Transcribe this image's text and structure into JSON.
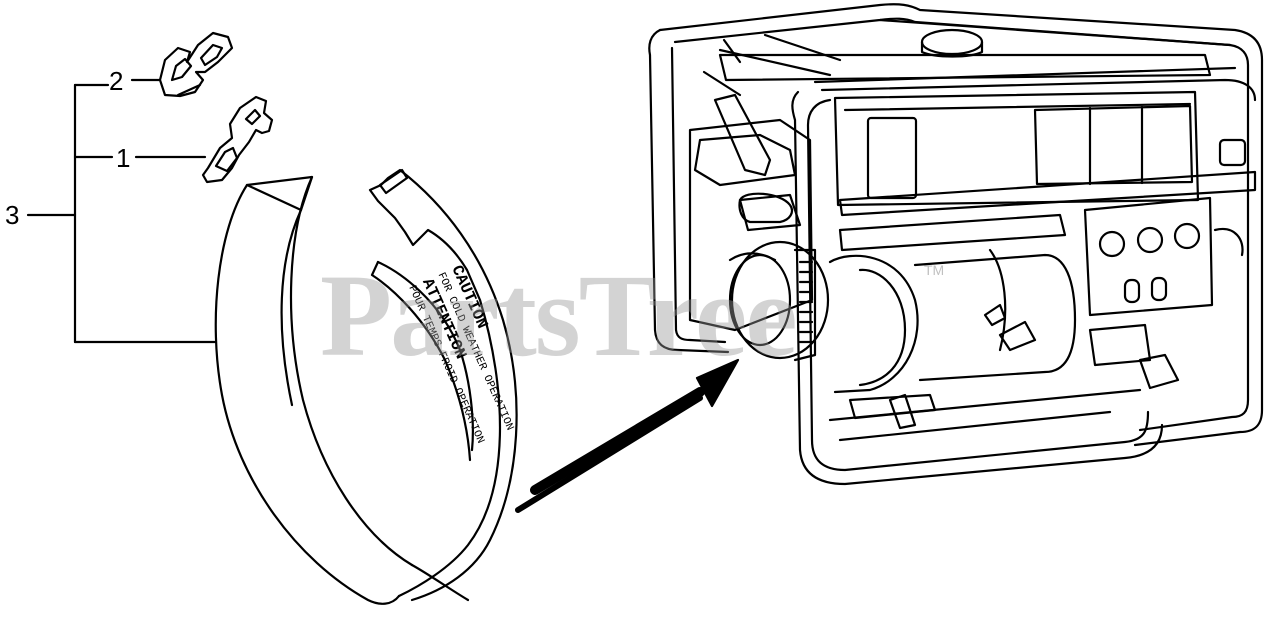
{
  "callouts": {
    "c1": "1",
    "c2": "2",
    "c3": "3"
  },
  "strap_label": {
    "line1": "CAUTION",
    "line2": "FOR COLD WEATHER OPERATION",
    "line3": "ATTENTION",
    "line4": "POUR TEMPS FROID OPERATION"
  },
  "watermark": {
    "text": "PartsTree",
    "trademark": "TM"
  },
  "colors": {
    "line": "#000000",
    "watermark": "#969696",
    "background": "#ffffff"
  }
}
